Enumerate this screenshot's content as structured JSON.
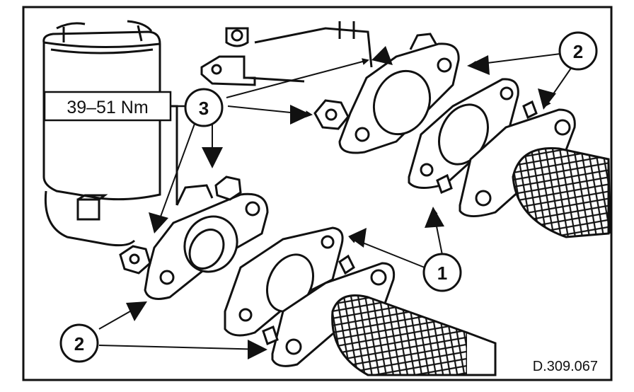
{
  "torque_spec": "39–51 Nm",
  "drawing_ref": "D.309.067",
  "callouts": {
    "one": "1",
    "two_top": "2",
    "two_bottom": "2",
    "three": "3"
  },
  "colors": {
    "ink": "#111111",
    "paper": "#ffffff"
  }
}
